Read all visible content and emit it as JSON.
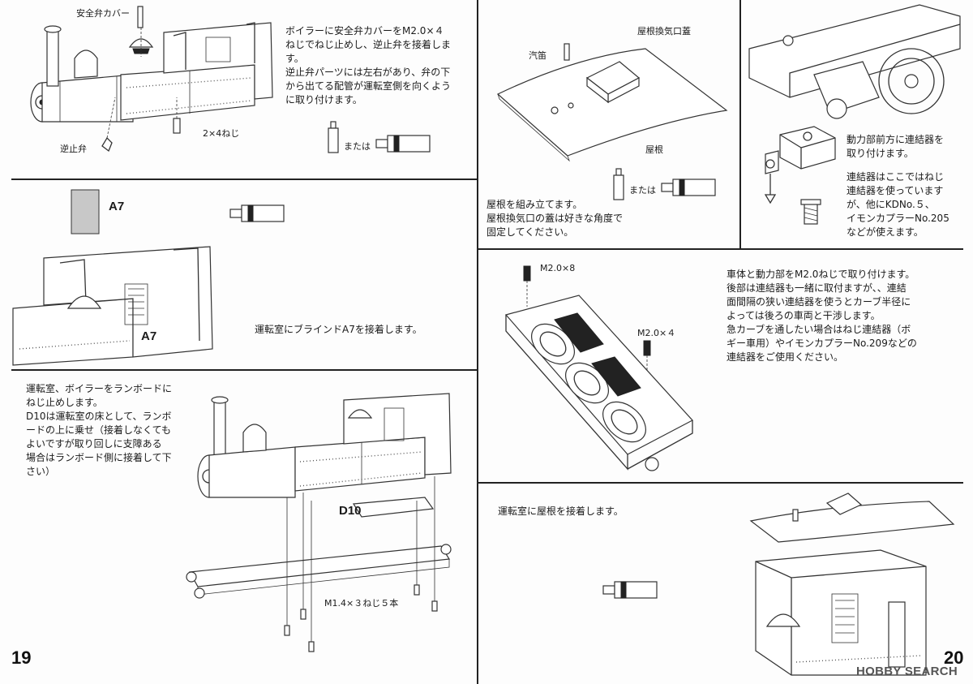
{
  "pages": {
    "left_number": "19",
    "right_number": "20"
  },
  "watermark": "HOBBY SEARCH",
  "step_safety_valve": {
    "label_cover": "安全弁カバー",
    "label_check_valve": "逆止弁",
    "label_screw": "2×4ねじ",
    "or_label": "または",
    "text": [
      "ボイラーに安全弁カバーをM2.0×４",
      "ねじでねじ止めし、逆止弁を接着しま",
      "す。",
      "逆止弁パーツには左右があり、弁の下",
      "から出てる配管が運転室側を向くよう",
      "に取り付けます。"
    ]
  },
  "step_blind": {
    "part_label": "A7",
    "part_label_inline": "A7",
    "text": "運転室にブラインドA7を接着します。"
  },
  "step_cab_boiler": {
    "part_label": "D10",
    "screw_label": "M1.4×３ねじ５本",
    "text": [
      "運転室、ボイラーをランボードに",
      "ねじ止めします。",
      "D10は運転室の床として、ランボ",
      "ードの上に乗せ（接着しなくても",
      "よいですが取り回しに支障ある",
      "場合はランボード側に接着して下",
      "さい）"
    ]
  },
  "step_roof": {
    "label_vent": "屋根換気口蓋",
    "label_whistle": "汽笛",
    "label_roof": "屋根",
    "or_label": "または",
    "text": [
      "屋根を組み立てます。",
      "屋根換気口の蓋は好きな角度で",
      "固定してください。"
    ]
  },
  "step_coupler": {
    "text_a": [
      "動力部前方に連結器を",
      "取り付けます。"
    ],
    "text_b": [
      "連結器はここではねじ",
      "連結器を使っています",
      "が、他にKDNo.５、",
      "イモンカプラーNo.205",
      "などが使えます。"
    ]
  },
  "step_body_mount": {
    "label_screw_a": "M2.0×8",
    "label_screw_b": "M2.0×４",
    "text": [
      "車体と動力部をM2.0ねじで取り付けます。",
      "後部は連結器も一緒に取付ますが、、連結",
      "面間隔の狭い連結器を使うとカーブ半径に",
      "よっては後ろの車両と干渉します。",
      "急カーブを通したい場合はねじ連結器（ボ",
      "ギー車用）やイモンカプラーNo.209などの",
      "連結器をご使用ください。"
    ]
  },
  "step_roof_attach": {
    "text": "運転室に屋根を接着します。"
  }
}
